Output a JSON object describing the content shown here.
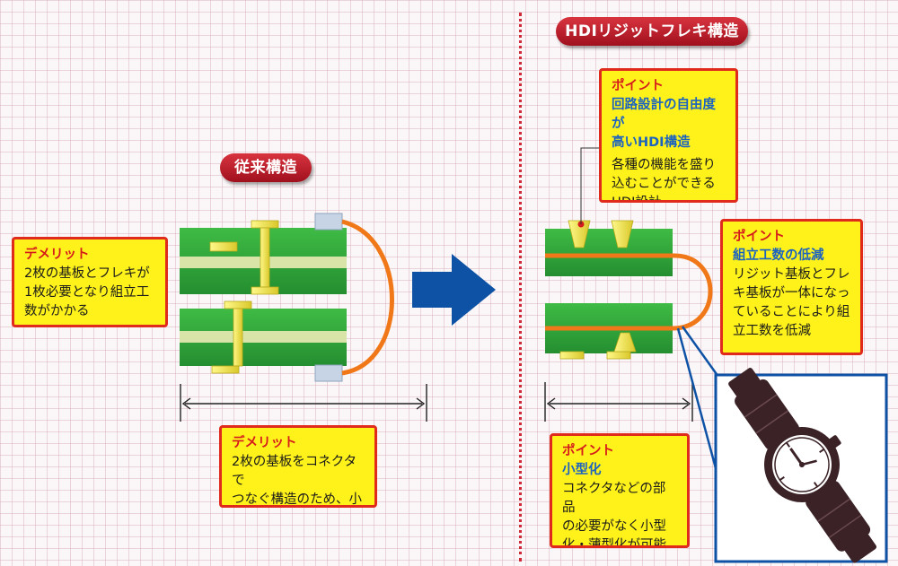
{
  "conventional": {
    "title": "従来構造",
    "demerit_left": {
      "head": "デメリット",
      "text": "2枚の基板とフレキが\n1枚必要となり組立工\n数がかかる"
    },
    "demerit_bottom": {
      "head": "デメリット",
      "text": "2枚の基板をコネクタで\nつなぐ構造のため、小型\n化が困難"
    }
  },
  "hdi": {
    "title": "HDIリジットフレキ構造",
    "point_top": {
      "head": "ポイント",
      "sub": "回路設計の自由度が\n高いHDI構造",
      "text": "各種の機能を盛り\n込むことができる\nHDI設計"
    },
    "point_right": {
      "head": "ポイント",
      "sub": "組立工数の低減",
      "text": "リジット基板とフレ\nキ基板が一体になっ\nていることにより組\n立工数を低減"
    },
    "point_bottom": {
      "head": "ポイント",
      "sub": "小型化",
      "text": "コネクタなどの部品\nの必要がなく小型\n化・薄型化が可能"
    }
  },
  "colors": {
    "board_green": "#2fa83a",
    "board_stripe": "#d8e4a8",
    "flex_orange": "#f07818",
    "via_yellow": "#f4ee4a",
    "arrow_blue": "#0e52a6",
    "accent_red": "#d51b1b",
    "watch_brown": "#3a2226"
  },
  "icons": {
    "arrow": "right-arrow-icon",
    "watch": "wristwatch-icon"
  }
}
